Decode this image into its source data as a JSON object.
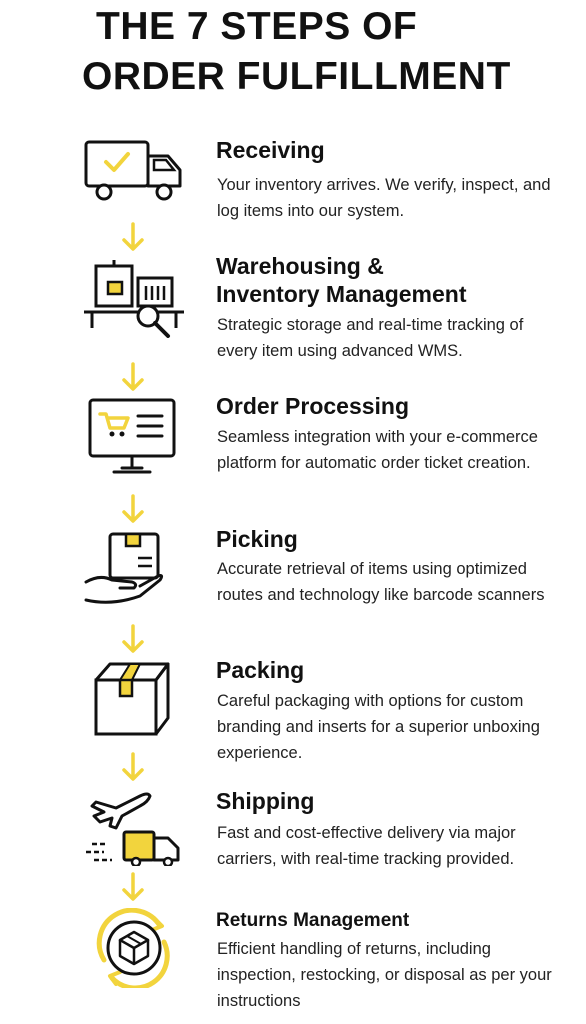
{
  "title": {
    "line1": "THE 7 STEPS OF",
    "line2": "ORDER FULFILLMENT"
  },
  "colors": {
    "accent": "#F2D43D",
    "ink": "#111111",
    "text": "#222222"
  },
  "steps": [
    {
      "icon": "delivery-truck-icon",
      "title": "Receiving",
      "title2": "",
      "desc": "Your inventory arrives. We verify, inspect, and log items into our system."
    },
    {
      "icon": "warehouse-magnifier-icon",
      "title": "Warehousing &",
      "title2": "Inventory Management",
      "desc": "Strategic storage and real-time tracking of every item using advanced WMS."
    },
    {
      "icon": "monitor-cart-icon",
      "title": "Order Processing",
      "title2": "",
      "desc": "Seamless integration with your e-commerce platform for automatic order ticket creation."
    },
    {
      "icon": "hand-package-icon",
      "title": "Picking",
      "title2": "",
      "desc": "Accurate retrieval of items using optimized routes and technology like barcode scanners"
    },
    {
      "icon": "box-icon",
      "title": "Packing",
      "title2": "",
      "desc": "Careful packaging with options for custom branding and inserts for a superior unboxing experience."
    },
    {
      "icon": "plane-truck-icon",
      "title": "Shipping",
      "title2": "",
      "desc": "Fast and cost-effective delivery via major carriers, with real-time tracking provided."
    },
    {
      "icon": "returns-cycle-icon",
      "title": "Returns Management",
      "title2": "",
      "desc": "Efficient handling of returns, including inspection, restocking, or disposal as per your instructions"
    }
  ]
}
